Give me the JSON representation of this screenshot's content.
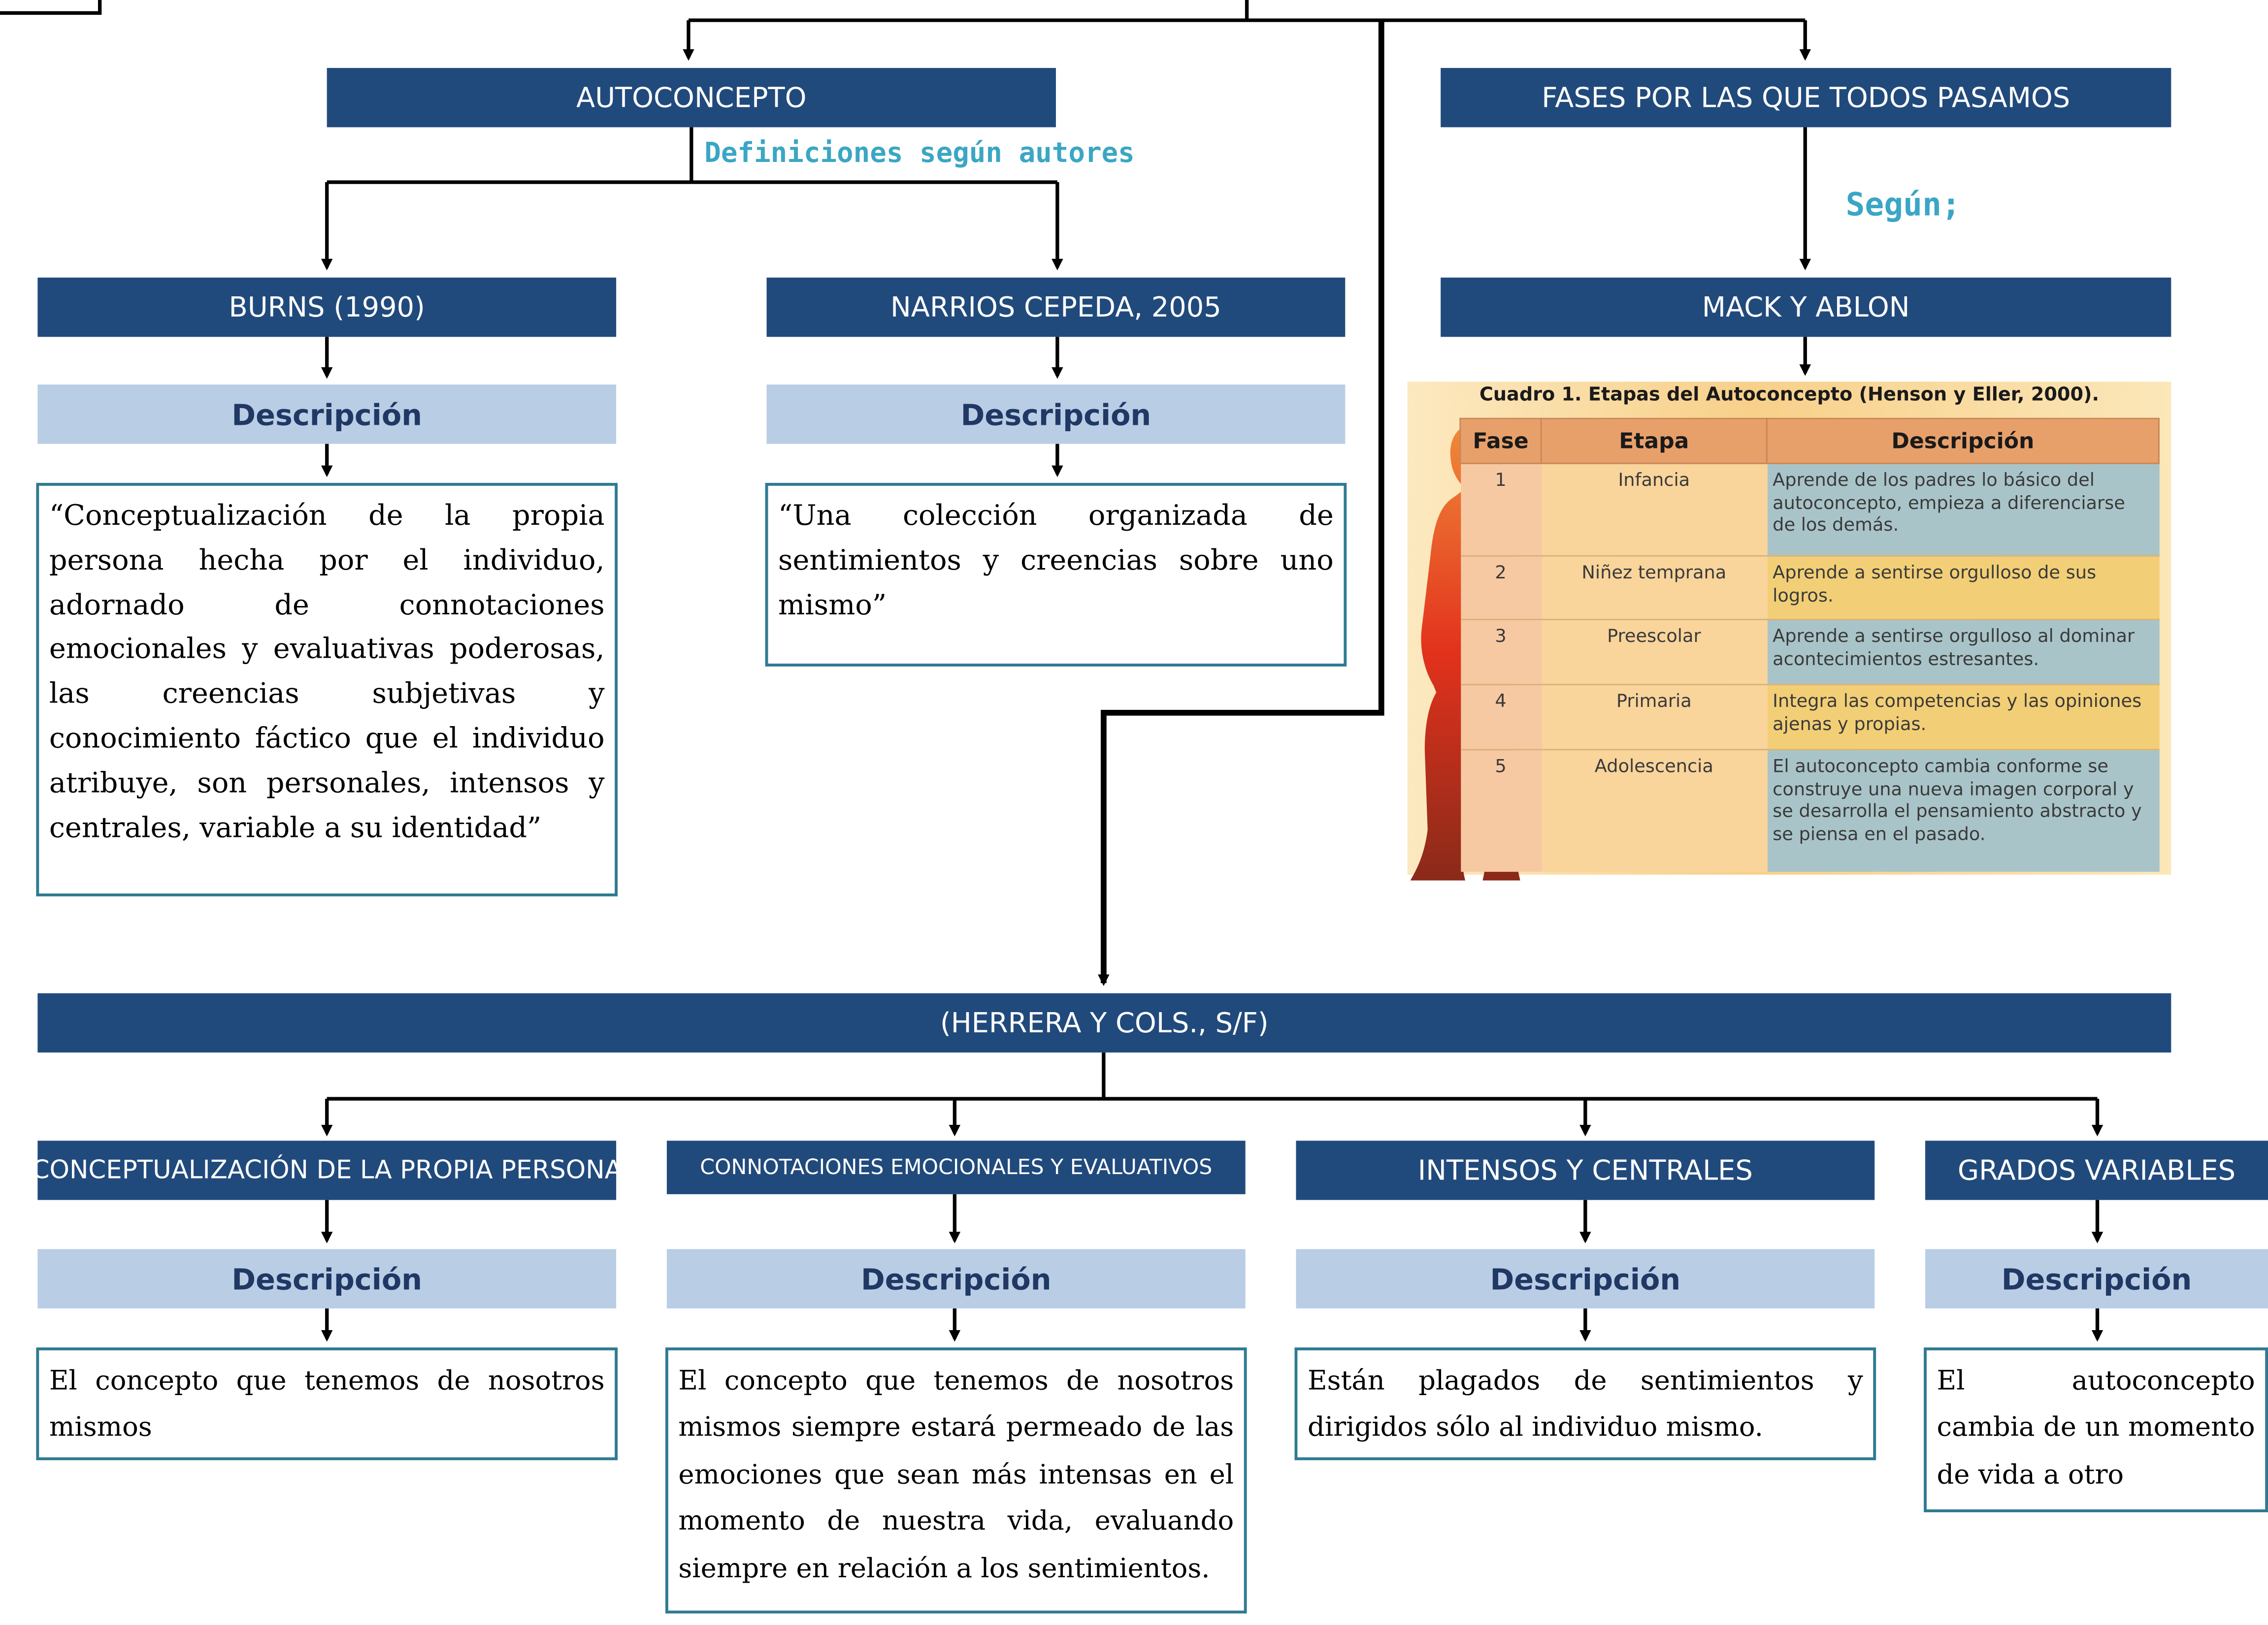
{
  "top": {
    "autoconcepto": "AUTOCONCEPTO",
    "definiciones": "Definiciones según autores",
    "fases": "FASES POR LAS QUE TODOS PASAMOS",
    "segun": "Según;"
  },
  "authors": {
    "burns": "BURNS (1990)",
    "narrios": "NARRIOS CEPEDA, 2005",
    "mack": "MACK Y ABLON"
  },
  "desc_label": "Descripción",
  "texts": {
    "burns": "“Conceptualización de la propia persona hecha por el individuo, adornado de connotaciones emocionales y evaluativas poderosas, las creencias subjetivas y conocimiento fáctico que el individuo atribuye, son personales, intensos y centrales, variable a su identidad”",
    "narrios": "“Una colección organizada de sentimientos y creencias sobre uno mismo”"
  },
  "phase_table": {
    "title": "Cuadro 1. Etapas del Autoconcepto (Henson y Eller, 2000).",
    "headers": [
      "Fase",
      "Etapa",
      "Descripción"
    ],
    "rows": [
      [
        "1",
        "Infancia",
        "Aprende de los padres lo básico del autoconcepto, empieza a diferenciarse de los demás."
      ],
      [
        "2",
        "Niñez temprana",
        "Aprende a sentirse orgulloso de sus logros."
      ],
      [
        "3",
        "Preescolar",
        "Aprende a sentirse orgulloso al dominar acontecimientos estresantes."
      ],
      [
        "4",
        "Primaria",
        "Integra las competencias y las opiniones ajenas y propias."
      ],
      [
        "5",
        "Adolescencia",
        "El autoconcepto cambia conforme se construye una nueva imagen corporal y se desarrolla el pensamiento abstracto y se piensa en el pasado."
      ]
    ]
  },
  "herrera": "(HERRERA Y COLS., S/F)",
  "bottom": [
    {
      "title": "CONCEPTUALIZACIÓN DE LA PROPIA PERSONA",
      "text": "El concepto que tenemos de nosotros mismos"
    },
    {
      "title": "CONNOTACIONES EMOCIONALES Y EVALUATIVOS",
      "text": "El concepto que tenemos de nosotros mismos siempre estará permeado de las emociones que sean más intensas en el momento de nuestra vida, evaluando siempre en relación a los sentimientos."
    },
    {
      "title": "INTENSOS Y CENTRALES",
      "text": "Están plagados de sentimientos y dirigidos sólo al individuo mismo."
    },
    {
      "title": "GRADOS VARIABLES",
      "text": "El autoconcepto cambia de un momento de vida a otro"
    }
  ],
  "colors": {
    "header_blue": "#214a7c",
    "desc_blue": "#b9cde5",
    "teal_text": "#3ba6c4",
    "box_border": "#2f7a92"
  }
}
